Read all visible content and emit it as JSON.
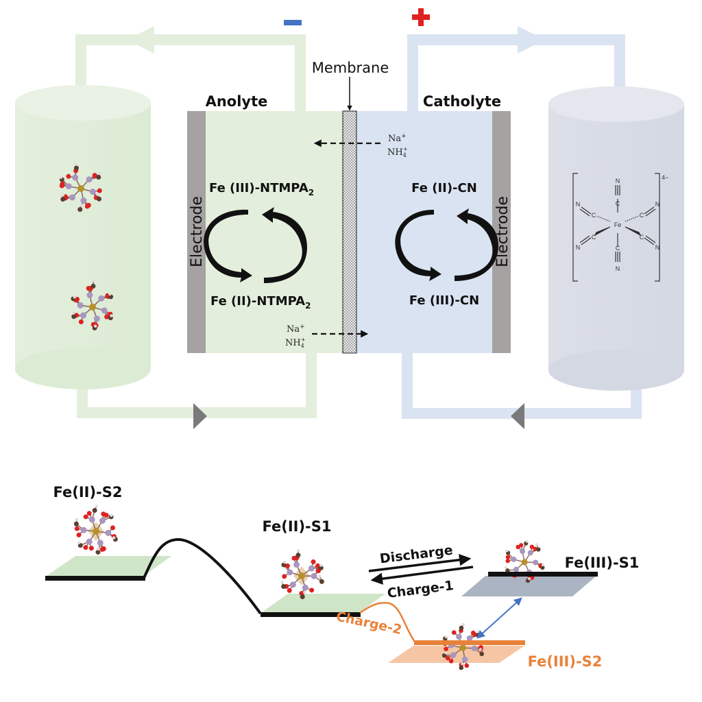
{
  "battery": {
    "negative_sign": "−",
    "positive_sign": "+",
    "membrane_label": "Membrane",
    "anolyte_label": "Anolyte",
    "catholyte_label": "Catholyte",
    "electrode_left_label": "Electrode",
    "electrode_right_label": "Electrode",
    "ions_top": {
      "line1": "Na",
      "line1_sup": "+",
      "line2": "NH",
      "line2_sub": "4",
      "line2_sup": "+"
    },
    "ions_bottom": {
      "line1": "Na",
      "line1_sup": "+",
      "line2": "NH",
      "line2_sub": "4",
      "line2_sup": "+"
    },
    "anolyte_species": {
      "top": {
        "text": "Fe (III)-NTMPA",
        "sub": "2"
      },
      "bottom": {
        "text": "Fe (II)-NTMPA",
        "sub": "2"
      }
    },
    "catholyte_species": {
      "top": "Fe (II)-CN",
      "bottom": "Fe (III)-CN"
    },
    "ferrocyanide": {
      "center": "Fe",
      "ligand_c": "C",
      "ligand_n": "N",
      "charge": "4−"
    },
    "colors": {
      "anolyte": "#e3efdc",
      "catholyte": "#dae3f1",
      "electrode": "#a6a2a2",
      "negative": "#4472c4",
      "positive": "#e02020",
      "flow_arrow": "#7a7a7a"
    }
  },
  "energy_diagram": {
    "states": {
      "fe2_s2": "Fe(II)-S2",
      "fe2_s1": "Fe(II)-S1",
      "fe3_s1": "Fe(III)-S1",
      "fe3_s2": "Fe(III)-S2"
    },
    "arrows": {
      "discharge": "Discharge",
      "charge1": "Charge-1",
      "charge2": "Charge-2"
    },
    "colors": {
      "orange": "#e8823a",
      "orange_plane": "#f6c6a4",
      "green_plane": "#cfe5c7",
      "grey_plane": "#aab4c2",
      "equilibrium_arrow": "#4472c4"
    }
  }
}
